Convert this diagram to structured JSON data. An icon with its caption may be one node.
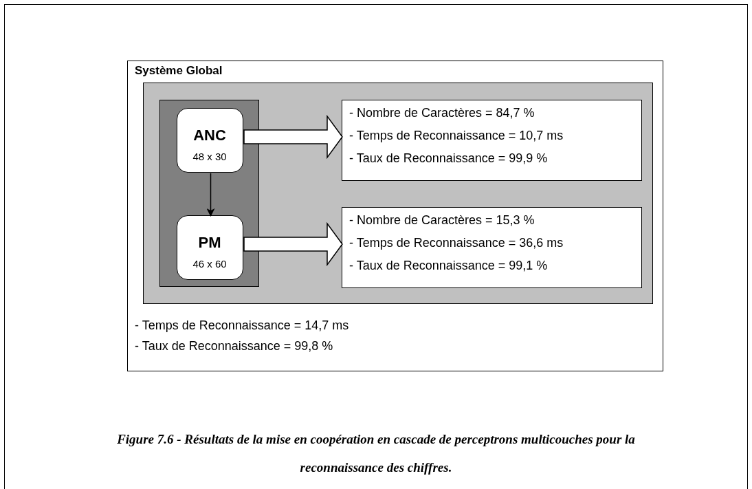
{
  "diagram": {
    "caption": "Figure 7.6 - Résultats de la mise en coopération en cascade de perceptrons multicouches pour la reconnaissance des chiffres.",
    "nodes": [
      {
        "text": [
          "Système Global",
          "- Temps de Reconnaissance = 14,7 ms",
          "- Taux de Reconnaissance = 99,8 %"
        ]
      },
      {
        "text": [],
        "shape": "box",
        "in": 0
      },
      {
        "text": [],
        "shape": "box",
        "in": 1
      },
      {
        "text": [
          "ANC",
          "48 x 30"
        ],
        "in": 2
      },
      {
        "text": [
          "PM",
          "46 x 60"
        ],
        "in": 2
      },
      {
        "text": [
          "- Nombre de Caractères = 84,7 %",
          "- Temps de Reconnaissance = 10,7 ms",
          "- Taux de Reconnaissance = 99,9 %"
        ],
        "in": 1
      },
      {
        "text": [
          "- Nombre de Caractères = 15,3 %",
          "- Temps de Reconnaissance = 36,6 ms",
          "- Taux de Reconnaissance = 99,1 %"
        ],
        "in": 1
      }
    ],
    "edges": [
      {
        "from": 3,
        "to": 4,
        "arrow": "to"
      },
      {
        "from": 3,
        "to": 5,
        "arrow": "to",
        "style": "thick"
      },
      {
        "from": 4,
        "to": 6,
        "arrow": "to",
        "style": "thick"
      }
    ]
  }
}
